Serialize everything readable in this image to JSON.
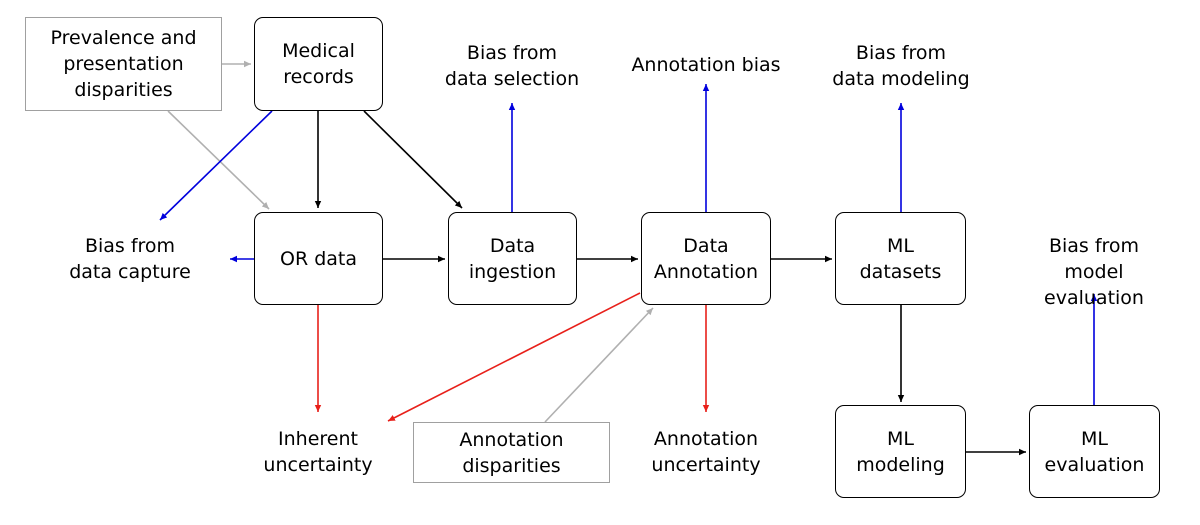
{
  "nodes": {
    "medical_records": "Medical\nrecords",
    "or_data": "OR data",
    "data_ingestion": "Data\ningestion",
    "data_annotation": "Data\nAnnotation",
    "ml_datasets": "ML\ndatasets",
    "ml_modeling": "ML\nmodeling",
    "ml_evaluation": "ML\nevaluation"
  },
  "sources": {
    "prevalence": "Prevalence and\npresentation\ndisparities",
    "annotation_disparities": "Annotation\ndisparities"
  },
  "labels": {
    "bias_data_capture": "Bias from\ndata capture",
    "bias_data_selection": "Bias from\ndata selection",
    "annotation_bias": "Annotation bias",
    "bias_data_modeling": "Bias from\ndata modeling",
    "bias_model_evaluation": "Bias from model\nevaluation",
    "inherent_uncertainty": "Inherent\nuncertainty",
    "annotation_uncertainty": "Annotation\nuncertainty"
  },
  "colors": {
    "flow": "#000000",
    "bias": "#0000dd",
    "uncertainty": "#e8201a",
    "influence": "#b0b0b0"
  }
}
